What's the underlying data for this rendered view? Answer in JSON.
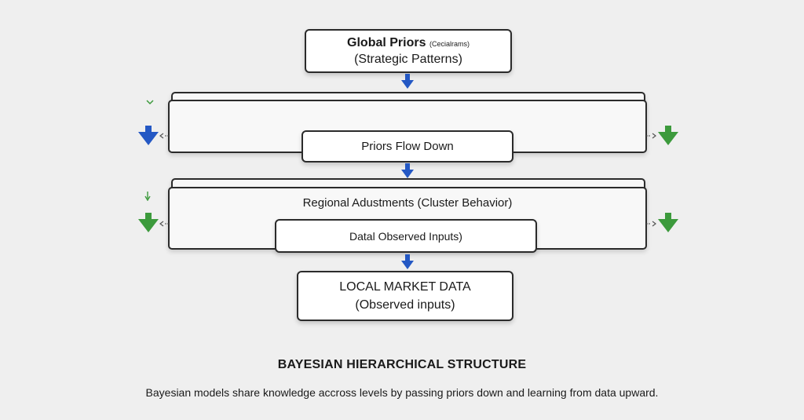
{
  "global": {
    "title": "Global Priors",
    "note": "(Cecialrams)",
    "subtitle": "(Strategic Patterns)"
  },
  "tier1": {
    "label": "Priors Flow Down"
  },
  "tier2": {
    "label": "Regional Adustments (Cluster Behavior)",
    "inner_label": "Datal Observed Inputs)"
  },
  "local": {
    "title": "LOCAL MARKET DATA",
    "subtitle": "(Observed inputs)"
  },
  "footer": {
    "heading": "BAYESIAN HIERARCHICAL STRUCTURE",
    "description": "Bayesian models share knowledge accross levels by passing priors down and learning from data upward."
  },
  "colors": {
    "blue_arrow": "#2458c4",
    "green_arrow": "#3c9a3c",
    "background": "#efefef"
  }
}
